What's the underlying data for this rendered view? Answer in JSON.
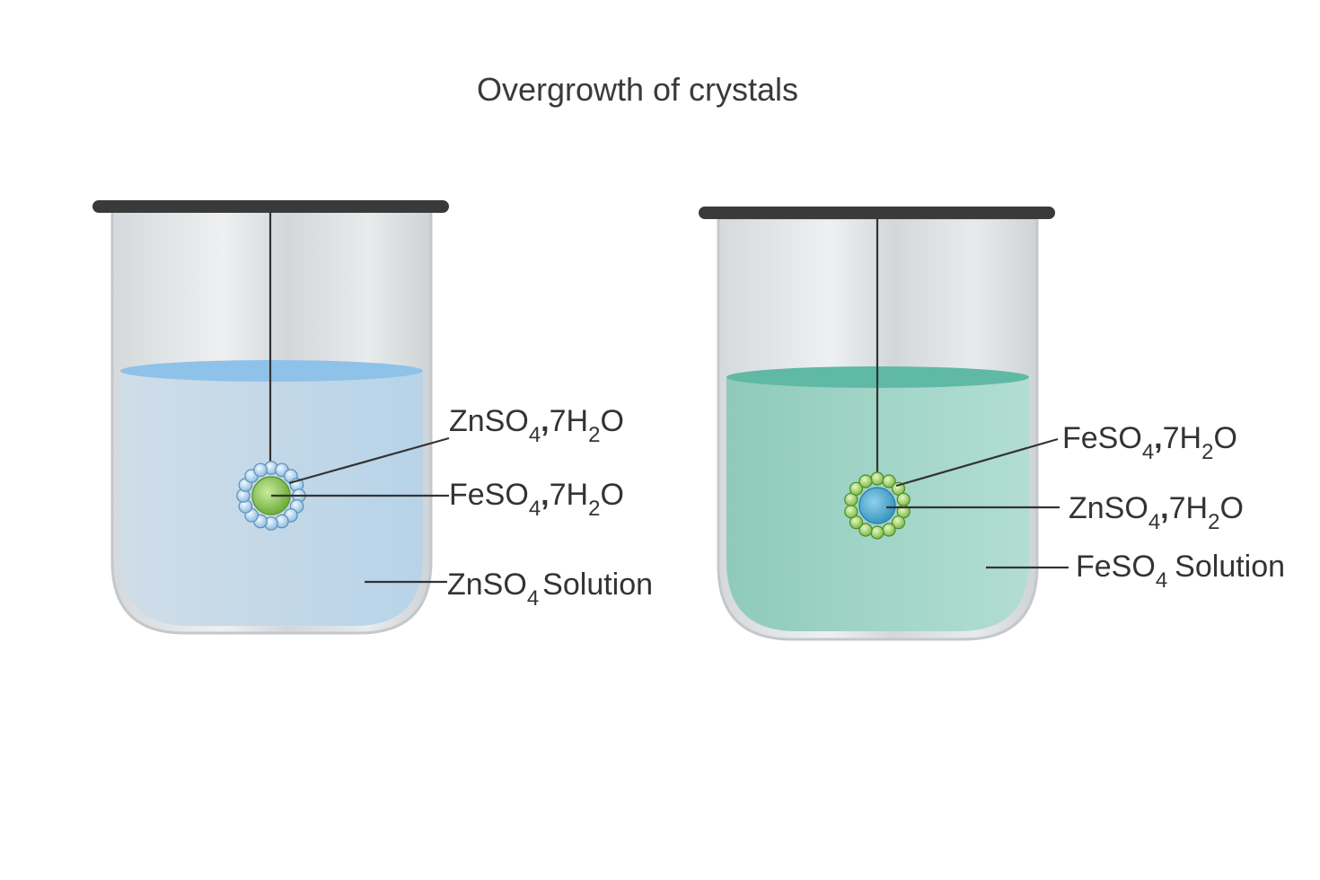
{
  "title": "Overgrowth of crystals",
  "colors": {
    "rod": "#3a3a3a",
    "glass": "#dfe3e5",
    "liquid_left": "#c3d9e8",
    "liquid_left_surface": "#8ebfe6",
    "liquid_right": "#9fd4c6",
    "liquid_right_surface": "#5fb8a4",
    "core_green": "#8cc85a",
    "core_blue": "#5ab0d4",
    "bead_blue": "#b8d8f0",
    "bead_green": "#a6d66c"
  },
  "beakers": [
    {
      "id": "left",
      "labels": [
        {
          "name": "outer-crystal-label",
          "main": "ZnSO",
          "sub1": "4",
          "comma": ",",
          "mid": "7H",
          "sub2": "2",
          "tail": "O"
        },
        {
          "name": "core-crystal-label",
          "main": "FeSO",
          "sub1": "4",
          "comma": ",",
          "mid": "7H",
          "sub2": "2",
          "tail": "O"
        },
        {
          "name": "solution-label",
          "main": "ZnSO",
          "sub1": "4",
          "tail": "Solution"
        }
      ]
    },
    {
      "id": "right",
      "labels": [
        {
          "name": "outer-crystal-label",
          "main": "FeSO",
          "sub1": "4",
          "comma": ",",
          "mid": "7H",
          "sub2": "2",
          "tail": "O"
        },
        {
          "name": "core-crystal-label",
          "main": "ZnSO",
          "sub1": "4",
          "comma": ",",
          "mid": "7H",
          "sub2": "2",
          "tail": "O"
        },
        {
          "name": "solution-label",
          "main": "FeSO",
          "sub1": "4",
          "tail": "Solution"
        }
      ]
    }
  ]
}
